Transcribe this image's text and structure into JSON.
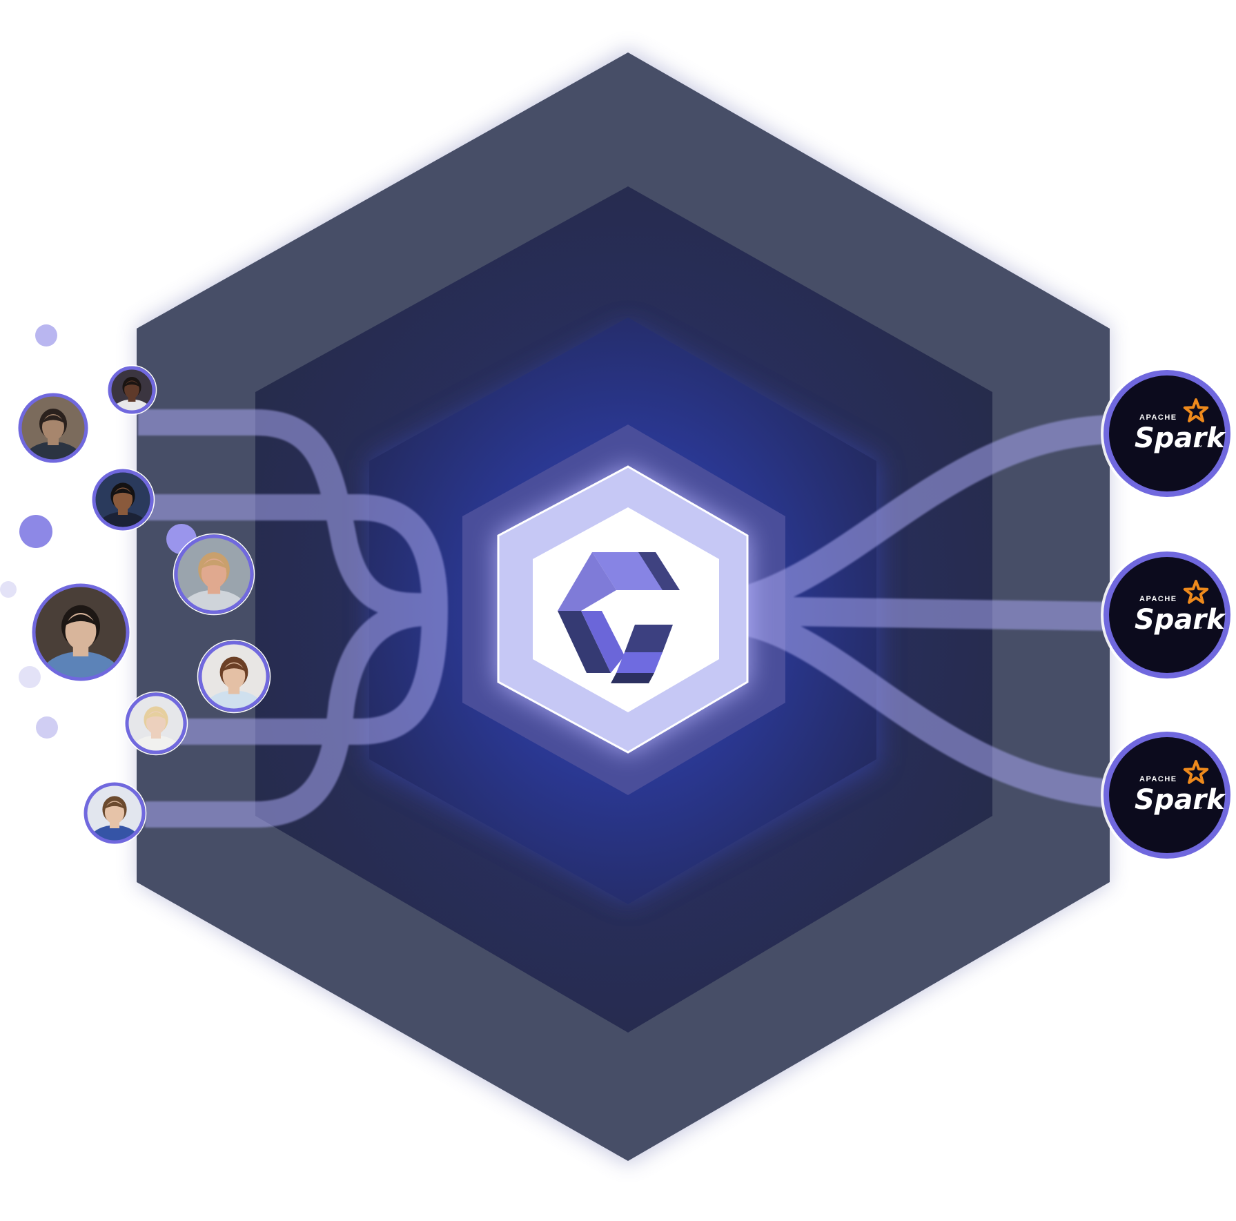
{
  "diagram": {
    "center_logo": {
      "icon": "stylized-c-logo-icon"
    },
    "users": [
      {
        "avatar": "user-photo-icon",
        "skin": "#a7866d",
        "hair": "#2a211d",
        "shirt": "#2b3442",
        "bg": "#7b6b5c"
      },
      {
        "avatar": "user-photo-icon",
        "skin": "#5f3a2a",
        "hair": "#1a1412",
        "shirt": "#e8e8ea",
        "bg": "#3b3540"
      },
      {
        "avatar": "user-photo-icon",
        "skin": "#8a5a3c",
        "hair": "#141213",
        "shirt": "#1b2236",
        "bg": "#2a3a5c"
      },
      {
        "avatar": "user-photo-icon",
        "skin": "#e0a98f",
        "hair": "#c9a06d",
        "shirt": "#cfd4da",
        "bg": "#9aa4ad"
      },
      {
        "avatar": "user-photo-icon",
        "skin": "#d8b59b",
        "hair": "#1d1714",
        "shirt": "#5c83b8",
        "bg": "#4a3f38"
      },
      {
        "avatar": "user-photo-icon",
        "skin": "#e4c0a5",
        "hair": "#6b3f25",
        "shirt": "#cfe0ee",
        "bg": "#e8e6e4"
      },
      {
        "avatar": "user-photo-icon",
        "skin": "#ecd0bd",
        "hair": "#e6cf9e",
        "shirt": "#f1f1ef",
        "bg": "#e6e7ea"
      },
      {
        "avatar": "user-photo-icon",
        "skin": "#e6c3a8",
        "hair": "#6b4a2e",
        "shirt": "#3554a6",
        "bg": "#e2e6ee"
      }
    ],
    "spark_nodes": [
      {
        "apache": "APACHE",
        "name": "Spark",
        "tm": "™",
        "icon": "apache-spark-logo-icon"
      },
      {
        "apache": "APACHE",
        "name": "Spark",
        "tm": "™",
        "icon": "apache-spark-logo-icon"
      },
      {
        "apache": "APACHE",
        "name": "Spark",
        "tm": "™",
        "icon": "apache-spark-logo-icon"
      }
    ],
    "colors": {
      "outer_hex": "#474e67",
      "middle_hex": "#272d4b",
      "inner_glow": "#2b3a9a",
      "core_hex": "#4a4e9a",
      "logo_ring": "#c6c8f5",
      "accent": "#7068de",
      "stream": "#a6a5ee",
      "spark_bg": "#0c0b1d",
      "spark_star": "#ef8a1c",
      "dot": "#8d88e6"
    }
  }
}
